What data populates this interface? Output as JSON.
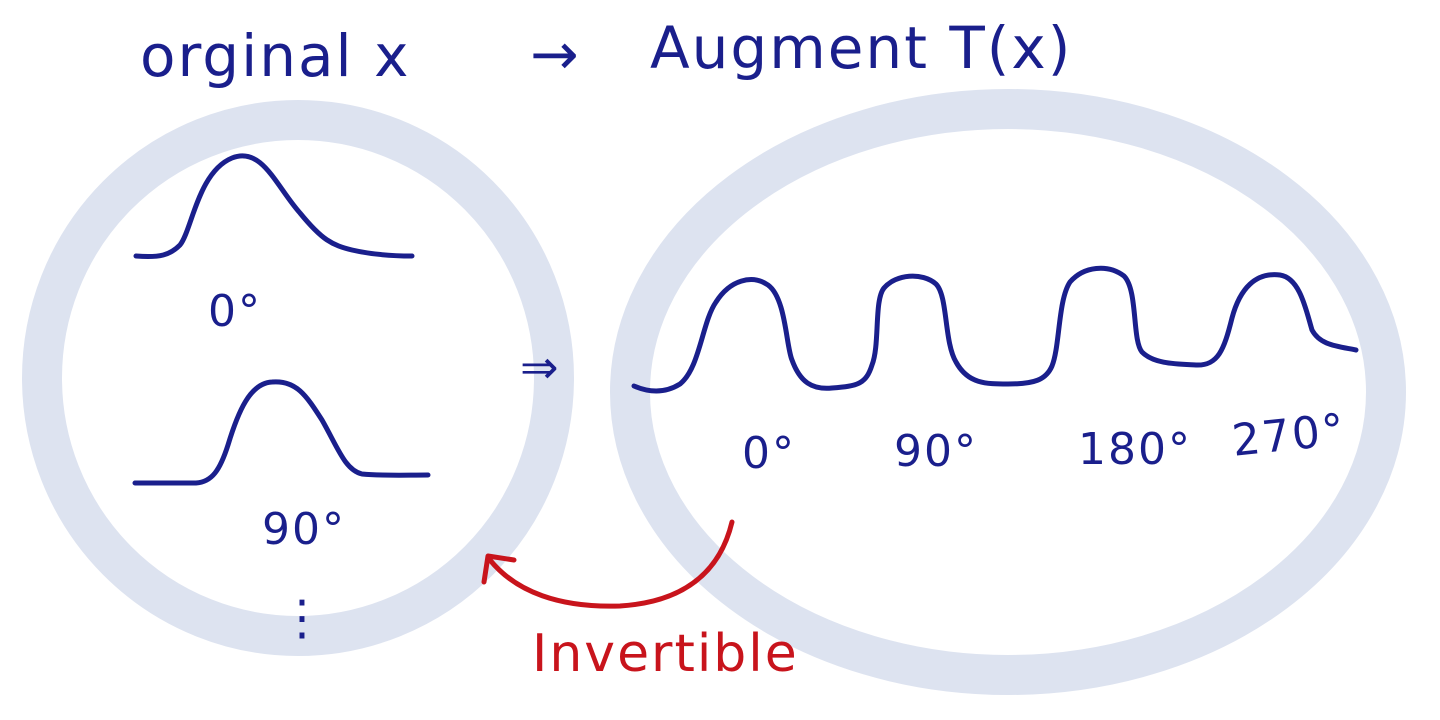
{
  "title": {
    "left": "orginal x",
    "arrow": "→",
    "right": "Augment T(x)"
  },
  "left_group": {
    "labels": [
      "0°",
      "90°"
    ],
    "ellipsis": "⋮"
  },
  "implies_arrow": "⇒",
  "right_group": {
    "labels": [
      "0°",
      "90°",
      "180°",
      "270°"
    ]
  },
  "inverse_label": "Invertible",
  "colors": {
    "ink": "#1a1f8c",
    "ring": "#dde3f0",
    "accent": "#c8141c"
  }
}
